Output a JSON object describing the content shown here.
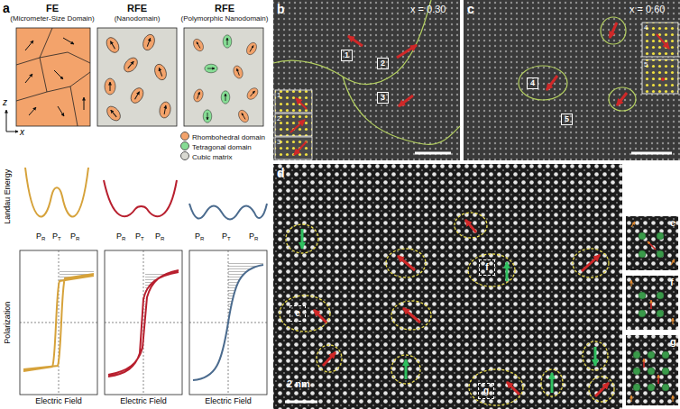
{
  "diagram": {
    "nodes": [
      {
        "text": [
          "FE",
          "(Micrometer-Size Domain)"
        ]
      },
      {
        "text": [
          "RFE",
          "(Nanodomain)"
        ]
      },
      {
        "text": [
          "RFE",
          "(Polymorphic Nanodomain)"
        ]
      },
      {
        "text": [
          "1"
        ]
      },
      {
        "text": [
          "2"
        ]
      },
      {
        "text": [
          "3"
        ]
      },
      {
        "text": [
          "4"
        ]
      },
      {
        "text": [
          "5"
        ]
      },
      {
        "text": [
          "f"
        ]
      },
      {
        "text": [
          "e"
        ]
      },
      {
        "text": [
          "g"
        ]
      }
    ],
    "labels": [
      "a",
      "z",
      "x",
      "Landau Energy",
      "P",
      "R",
      "P",
      "T",
      "P",
      "R",
      "P",
      "R",
      "P",
      "T",
      "P",
      "R",
      "P",
      "R",
      "P",
      "T",
      "P",
      "R",
      "Polarization",
      "Electric Field",
      "Electric Field",
      "Electric Field",
      "b",
      "x = 0.30",
      "1",
      "2",
      "3",
      "c",
      "x = 0.60",
      "4",
      "5",
      "d",
      "2 nm",
      "e",
      "f",
      "g"
    ],
    "legend": [
      {
        "text": "Rhombohedral domain",
        "color": "#f3a36b"
      },
      {
        "text": "Tetragonal domain",
        "color": "#86dc94"
      },
      {
        "text": "Cubic matrix",
        "color": "#d9d9d2"
      }
    ]
  }
}
